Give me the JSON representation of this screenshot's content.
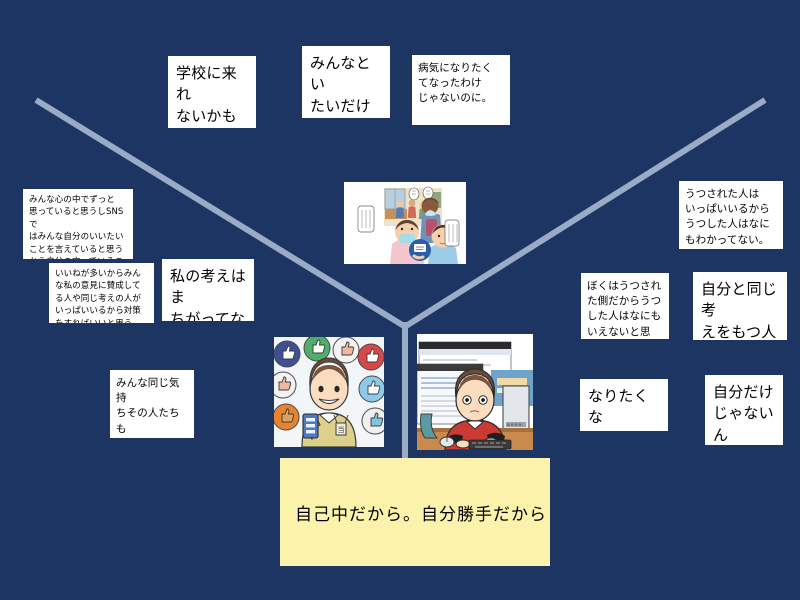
{
  "board": {
    "background_color": "#1c3563",
    "line_color": "#9aabc6",
    "summary_color": "#fbf3ab",
    "card_color": "#ffffff"
  },
  "summary": {
    "text": "自己中だから。自分勝手だから"
  },
  "top_notes": [
    {
      "name": "note-cannot-come-to-school",
      "text": "学校に来れ\nないかもし\nれない。"
    },
    {
      "name": "note-want-to-be-with-everyone",
      "text": "みんなとい\nたいだけな\nのに。"
    },
    {
      "name": "note-did-not-want-to-get-sick",
      "text": "病気になりたく\nてなったわけ\nじゃないのに。"
    }
  ],
  "left_notes": [
    {
      "name": "note-everyone-thinks-in-heart",
      "text": "みんな心の中でずっと\n思っていると思うしSNSで\nはみんな自分のいいたい\nことを言えていると思う\nから自分の言っているこ\nとはぜったいあってる。"
    },
    {
      "name": "note-many-likes-agree",
      "text": "いいねが多いからみん\nな私の意見に賛成して\nる人や同じ考えの人が\nいっぱいいるから対策\nをすればいいと思う。"
    },
    {
      "name": "note-my-opinion-is-not-wrong",
      "text": "私の考えはま\nちがってな\nい、他の人も\nいっている。"
    },
    {
      "name": "note-everyone-feels-the-same",
      "text": "みんな同じ気持\nちその人たちも\nずっと思ってる\nにちがいない。"
    }
  ],
  "right_notes": [
    {
      "name": "note-infected-people-are-many",
      "text": "うつされた人は\nいっぱいいるから\nうつした人はなに\nもわかってない。"
    },
    {
      "name": "note-i-was-infected-side",
      "text": "ぼくはうつされ\nた側だからうつ\nした人はなにも\nいえないと思う。"
    },
    {
      "name": "note-glad-same-thinking-people",
      "text": "自分と同じ考\nえをもつ人が\nいてよかっ\nた。"
    },
    {
      "name": "note-did-not-want-to-become",
      "text": "なりたくな\nかったのに"
    },
    {
      "name": "note-not-only-me",
      "text": "自分だけ\nじゃないん\nだ。"
    }
  ],
  "illustrations": [
    {
      "name": "illustration-classroom-masks",
      "caption": "教室で話す子どもたちとマスク"
    },
    {
      "name": "illustration-girl-with-likes",
      "caption": "スマートフォンといいねマークに囲まれた女の子"
    },
    {
      "name": "illustration-boy-at-computer",
      "caption": "パソコンに向かう男の子"
    }
  ]
}
